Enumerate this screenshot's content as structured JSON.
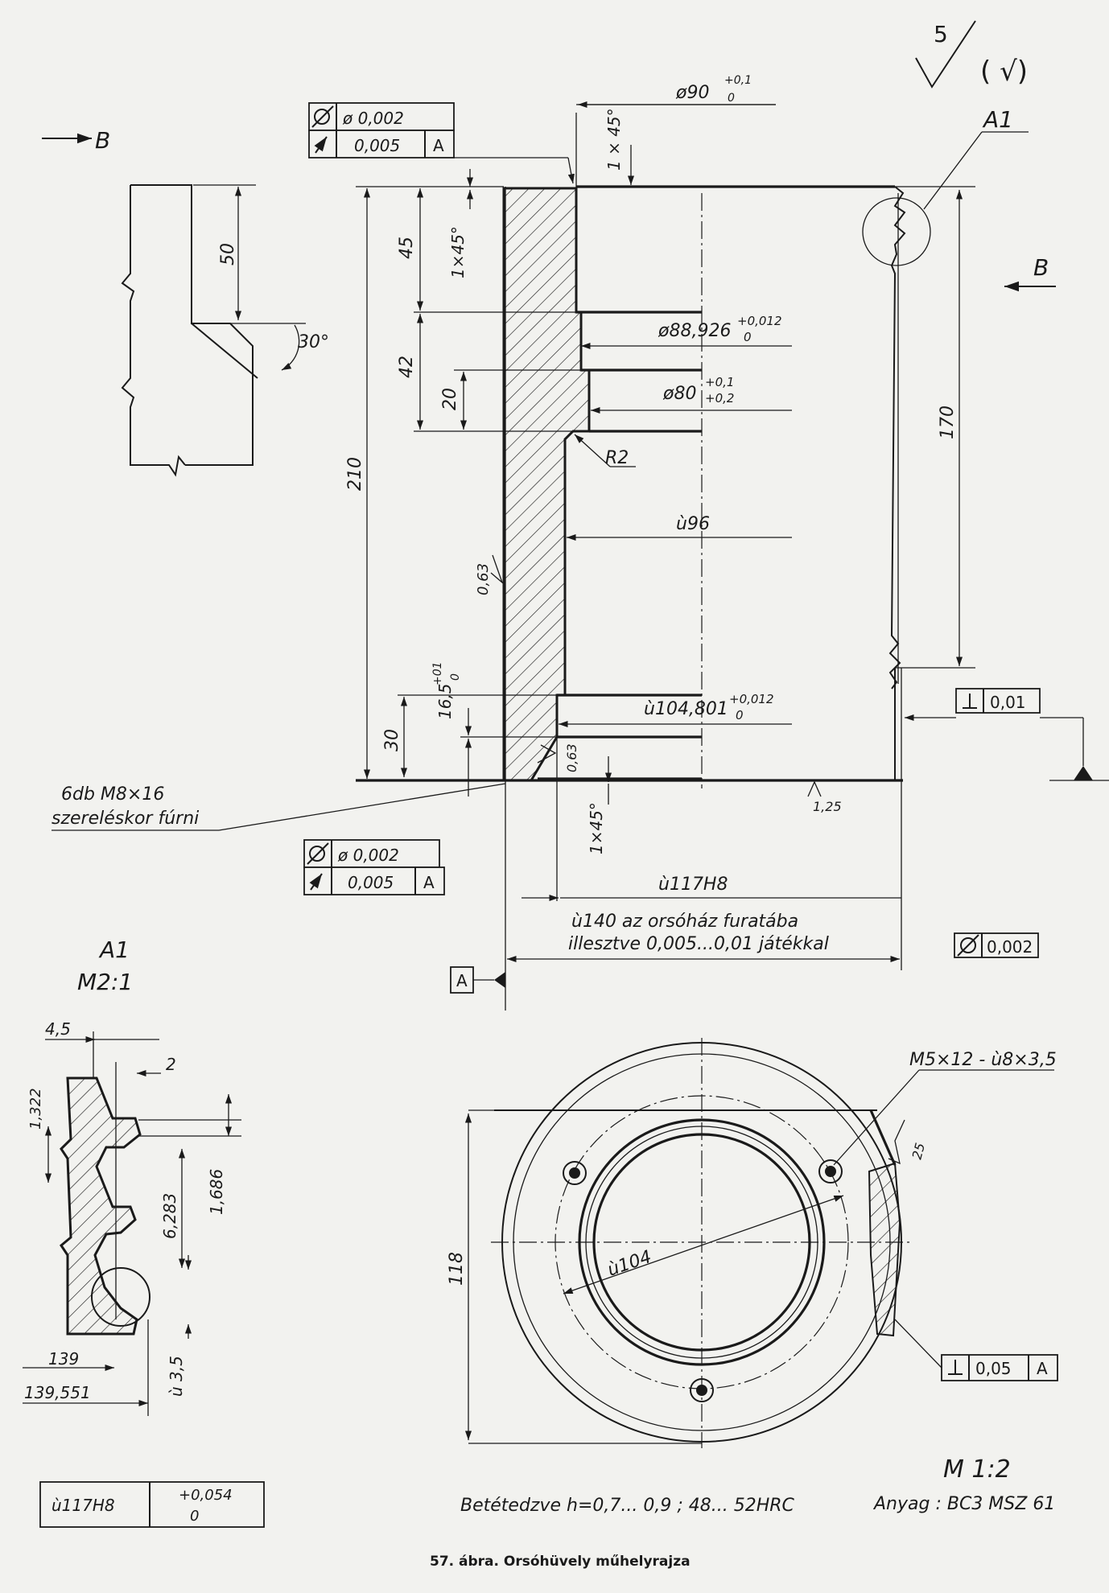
{
  "surface": {
    "roughness_main": "5",
    "roughness_other": "( √)"
  },
  "section_marks": {
    "left": "B",
    "right": "B"
  },
  "detail_ref": "A1",
  "tolerance_frames": {
    "top": [
      {
        "symbol": "cylindricity-icon",
        "value": "ø 0,002",
        "datum": ""
      },
      {
        "symbol": "runout-icon",
        "value": "0,005",
        "datum": "A"
      }
    ],
    "bottom": [
      {
        "symbol": "cylindricity-icon",
        "value": "ø 0,002",
        "datum": ""
      },
      {
        "symbol": "runout-icon",
        "value": "0,005",
        "datum": "A"
      }
    ],
    "perpendicular_right": {
      "value": "0,01"
    },
    "cylindricity_right": {
      "value": "0,002"
    },
    "perpendicular_view": {
      "value": "0,05",
      "datum": "A"
    },
    "datum_label": "A"
  },
  "dimensions": {
    "d90": "ø90",
    "d90_tol_up": "+0,1",
    "d90_tol_lo": "0",
    "chamfer_top": "1 × 45°",
    "chamfer_left": "1×45°",
    "chamfer_bottom": "1×45°",
    "h210": "210",
    "h45": "45",
    "h42": "42",
    "h20": "20",
    "h30": "30",
    "h16_5": "16,5",
    "h16_5_tol_up": "+01",
    "h16_5_tol_lo": "0",
    "h170": "170",
    "d88": "ø88,926",
    "d88_tol_up": "+0,012",
    "d88_tol_lo": "0",
    "d80": "ø80",
    "d80_tol_up": "+0,1",
    "d80_tol_lo": "+0,2",
    "r2": "R2",
    "d96": "ù96",
    "d104": "ù104,801",
    "d104_tol_up": "+0,012",
    "d104_tol_lo": "0",
    "rough_063_a": "0,63",
    "rough_063_b": "0,63",
    "rough_125": "1,25",
    "d117": "ù117H8",
    "d140_line1": "ù140 az orsóház furatába",
    "d140_line2": "illesztve 0,005...0,01 játékkal"
  },
  "section_b": {
    "h50": "50",
    "angle": "30°"
  },
  "note_holes": {
    "line1": "6db M8×16",
    "line2": "szereléskor fúrni"
  },
  "detail": {
    "title": "A1",
    "scale": "M2:1",
    "w45": "4,5",
    "w2": "2",
    "p1322": "1,322",
    "p1686": "1,686",
    "p6283": "6,283",
    "d35": "ù 3,5",
    "v139": "139",
    "v139551": "139,551"
  },
  "view": {
    "d104": "ù104",
    "d118": "118",
    "holes": "M5×12 - ù8×3,5",
    "rough25": "25"
  },
  "tolerance_table": {
    "fit": "ù117H8",
    "upper": "+0,054",
    "lower": "0"
  },
  "notes": {
    "hardening": "Betétedzve  h=0,7... 0,9 ; 48... 52HRC",
    "scale": "M 1:2",
    "material": "Anyag : BC3  MSZ 61"
  },
  "caption": "57. ábra. Orsóhüvely műhelyrajza"
}
